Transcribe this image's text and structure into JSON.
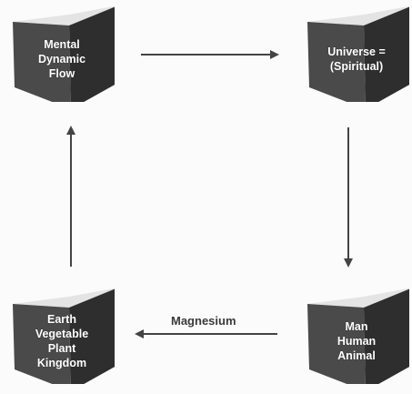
{
  "nodes": {
    "mental": "Mental\nDynamic\nFlow",
    "universe": "Universe =\n(Spiritual)",
    "man": "Man\nHuman\nAnimal",
    "earth": "Earth\nVegetable\nPlant\nKingdom"
  },
  "edges": {
    "earth_to_man_label": "Magnesium"
  },
  "colors": {
    "box_front": "#4a4a4a",
    "box_side": "#2e2e2e",
    "box_top": "#e4e4e4",
    "arrow": "#444444"
  }
}
